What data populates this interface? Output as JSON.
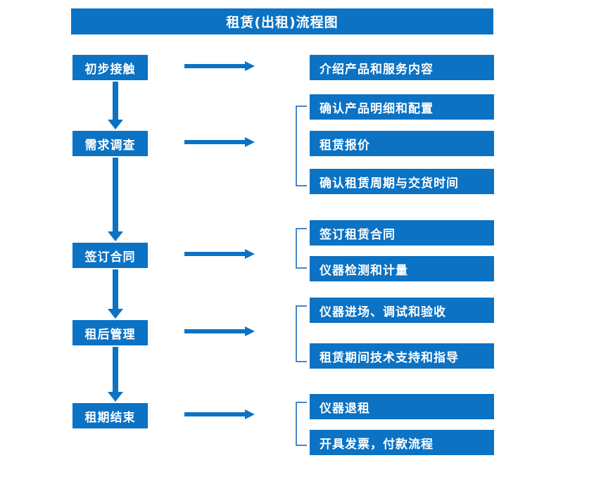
{
  "title": "租赁(出租)流程图",
  "colors": {
    "box_fill": "#0b72c4",
    "box_text": "#ffffff",
    "arrow": "#0b72c4",
    "bracket": "#4a86c8",
    "page_background": "#ffffff"
  },
  "chart_data": {
    "type": "diagram",
    "title": "租赁(出租)流程图",
    "stages": [
      {
        "stage": "初步接触",
        "details": [
          "介绍产品和服务内容"
        ],
        "grouped": false
      },
      {
        "stage": "需求调查",
        "details": [
          "确认产品明细和配置",
          "租赁报价",
          "确认租赁周期与交货时间"
        ],
        "grouped": true
      },
      {
        "stage": "签订合同",
        "details": [
          "签订租赁合同",
          "仪器检测和计量"
        ],
        "grouped": true
      },
      {
        "stage": "租后管理",
        "details": [
          "仪器进场、调试和验收",
          "租赁期间技术支持和指导"
        ],
        "grouped": true
      },
      {
        "stage": "租期结束",
        "details": [
          "仪器退租",
          "开具发票，付款流程"
        ],
        "grouped": true
      }
    ]
  },
  "stages": {
    "s1": "初步接触",
    "s2": "需求调查",
    "s3": "签订合同",
    "s4": "租后管理",
    "s5": "租期结束"
  },
  "details": {
    "d1": "介绍产品和服务内容",
    "d2": "确认产品明细和配置",
    "d3": "租赁报价",
    "d4": "确认租赁周期与交货时间",
    "d5": "签订租赁合同",
    "d6": "仪器检测和计量",
    "d7": "仪器进场、调试和验收",
    "d8": "租赁期间技术支持和指导",
    "d9": "仪器退租",
    "d10": "开具发票，付款流程"
  }
}
